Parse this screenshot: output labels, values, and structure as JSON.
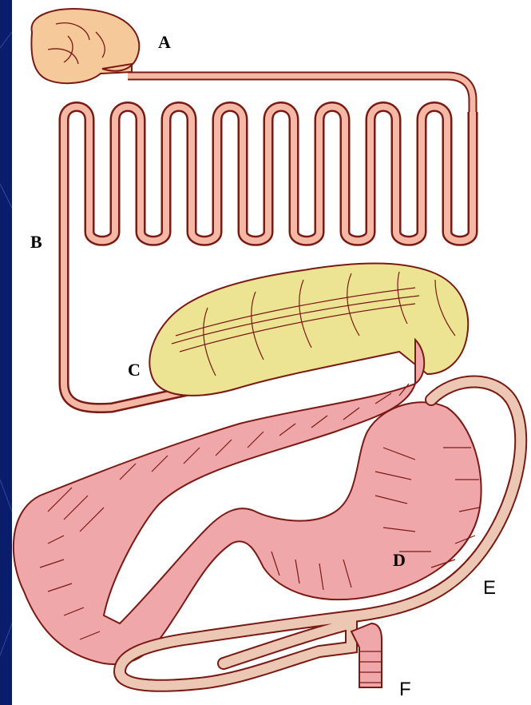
{
  "diagram": {
    "labels": {
      "a": "A",
      "b": "B",
      "c": "C",
      "d": "D",
      "e": "E",
      "f": "F"
    },
    "colors": {
      "background": "#0a1d6b",
      "panel": "#ffffff",
      "stomach_fill": "#f6c99a",
      "small_intestine_fill": "#f4b8a5",
      "cecum_fill": "#ede493",
      "colon_fill": "#f0a7a9",
      "rectum_fill": "#ecc7b3",
      "outline": "#7a1a14"
    }
  }
}
